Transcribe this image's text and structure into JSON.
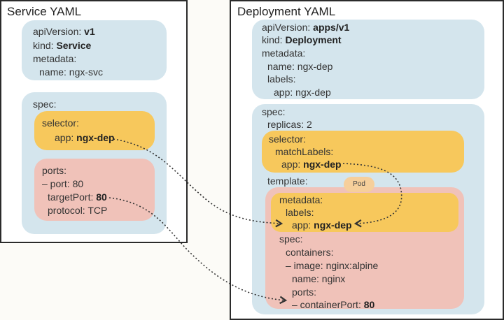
{
  "service": {
    "title": "Service YAML",
    "header": {
      "apiVersion_key": "apiVersion: ",
      "apiVersion_val": "v1",
      "kind_key": "kind: ",
      "kind_val": "Service",
      "metadata": "metadata:",
      "name": "name: ngx-svc"
    },
    "spec": {
      "label": "spec:",
      "selector": {
        "label": "selector:",
        "app_key": "app: ",
        "app_val": "ngx-dep"
      },
      "ports": {
        "label": "ports:",
        "port": "– port: 80",
        "targetPort_key": "targetPort: ",
        "targetPort_val": "80",
        "protocol": "protocol: TCP"
      }
    }
  },
  "deployment": {
    "title": "Deployment YAML",
    "header": {
      "apiVersion_key": "apiVersion: ",
      "apiVersion_val": "apps/v1",
      "kind_key": "kind: ",
      "kind_val": "Deployment",
      "metadata": "metadata:",
      "name": "name: ngx-dep",
      "labels": "labels:",
      "app": "app: ngx-dep"
    },
    "spec": {
      "label": "spec:",
      "replicas": "replicas: 2",
      "selector": {
        "label": "selector:",
        "matchLabels": "matchLabels:",
        "app_key": "app: ",
        "app_val": "ngx-dep"
      },
      "template": {
        "label": "template:",
        "badge": "Pod",
        "metadata": {
          "label": "metadata:",
          "labels": "labels:",
          "app_key": "app: ",
          "app_val": "ngx-dep"
        },
        "spec": {
          "label": "spec:",
          "containers": "containers:",
          "image": "– image: nginx:alpine",
          "name": "name: nginx",
          "ports": "ports:",
          "containerPort_key": "– containerPort: ",
          "containerPort_val": "80"
        }
      }
    }
  },
  "links": [
    {
      "from": "service.selector.app",
      "to": "deployment.template.metadata.labels.app"
    },
    {
      "from": "service.ports.targetPort",
      "to": "deployment.template.spec.containers.ports.containerPort"
    },
    {
      "from": "deployment.selector.matchLabels.app",
      "to": "deployment.template.metadata.labels.app"
    }
  ]
}
